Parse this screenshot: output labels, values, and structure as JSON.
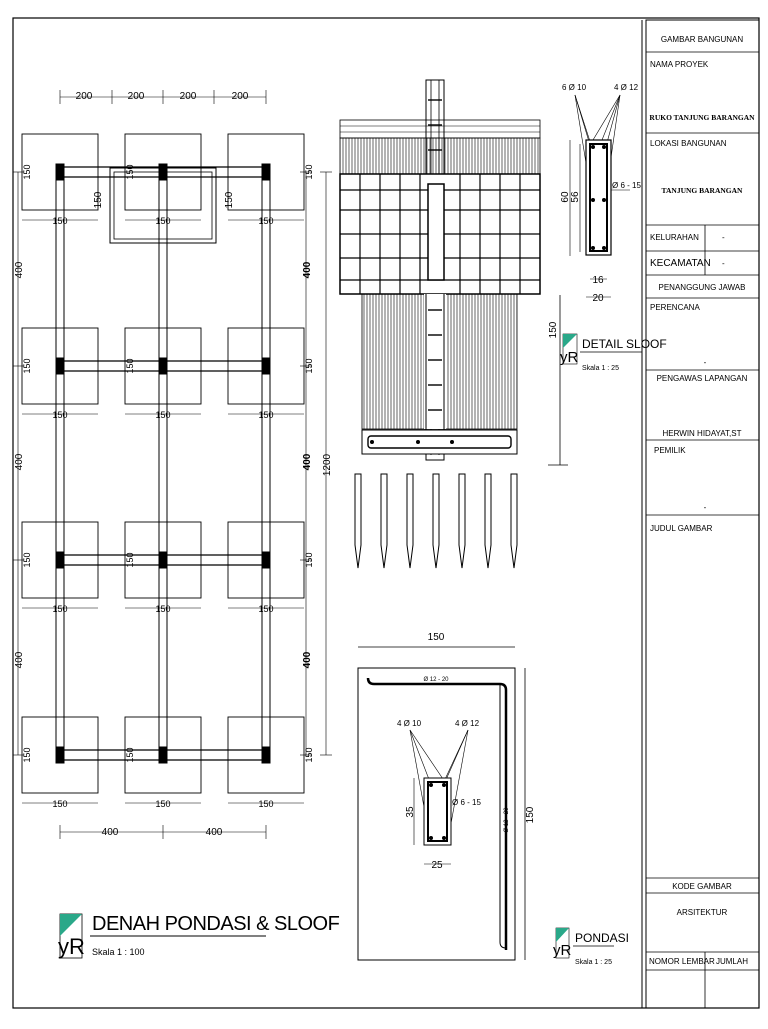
{
  "title_block": {
    "header": "GAMBAR BANGUNAN",
    "project_label": "NAMA PROYEK",
    "project_name": "RUKO TANJUNG BARANGAN",
    "location_label": "LOKASI BANGUNAN",
    "location_name": "TANJUNG BARANGAN",
    "kelurahan_label": "KELURAHAN",
    "kelurahan_value": "-",
    "kecamatan_label": "KECAMATAN",
    "kecamatan_value": "-",
    "responsible_label": "PENANGGUNG JAWAB",
    "planner_label": "PERENCANA",
    "planner_value": "-",
    "supervisor_label": "PENGAWAS LAPANGAN",
    "supervisor_name": "HERWIN HIDAYAT,ST",
    "owner_label": "PEMILIK",
    "owner_value": "-",
    "drawing_title_label": "JUDUL GAMBAR",
    "code_label": "KODE GAMBAR",
    "code_value": "ARSITEKTUR",
    "sheet_no_label": "NOMOR LEMBAR",
    "total_label": "JUMLAH"
  },
  "plan": {
    "title": "DENAH PONDASI & SLOOF",
    "scale": "Skala  1 : 100",
    "top_dims": [
      "200",
      "200",
      "200",
      "200"
    ],
    "bottom_dims": [
      "400",
      "400"
    ],
    "left_dims": [
      "400",
      "400",
      "400"
    ],
    "right_dims": [
      "400",
      "400",
      "400"
    ],
    "total_dim": "1200",
    "footing_size": "150",
    "inner_dim": "150"
  },
  "sloof_detail": {
    "title": "DETAIL SLOOF",
    "scale": "Skala  1 : 25",
    "bar_bottom": "6 Ø 10",
    "bar_top": "4 Ø 12",
    "stirrup": "Ø 6 - 15",
    "height_outer": "60",
    "height_inner": "56",
    "width_inner": "16",
    "width_outer": "20"
  },
  "pondasi_section": {
    "depth_dim": "150"
  },
  "pondasi_detail": {
    "title": "PONDASI",
    "scale": "Skala  1 : 25",
    "width_dim": "150",
    "height_dim": "150",
    "mesh_top": "Ø 12 - 20",
    "mesh_side": "Ø 12 - 20",
    "col_bar_a": "4 Ø 10",
    "col_bar_b": "4 Ø 12",
    "col_stirrup": "Ø 6 - 15",
    "col_height": "35",
    "col_width": "25"
  },
  "logo_text": "yR"
}
